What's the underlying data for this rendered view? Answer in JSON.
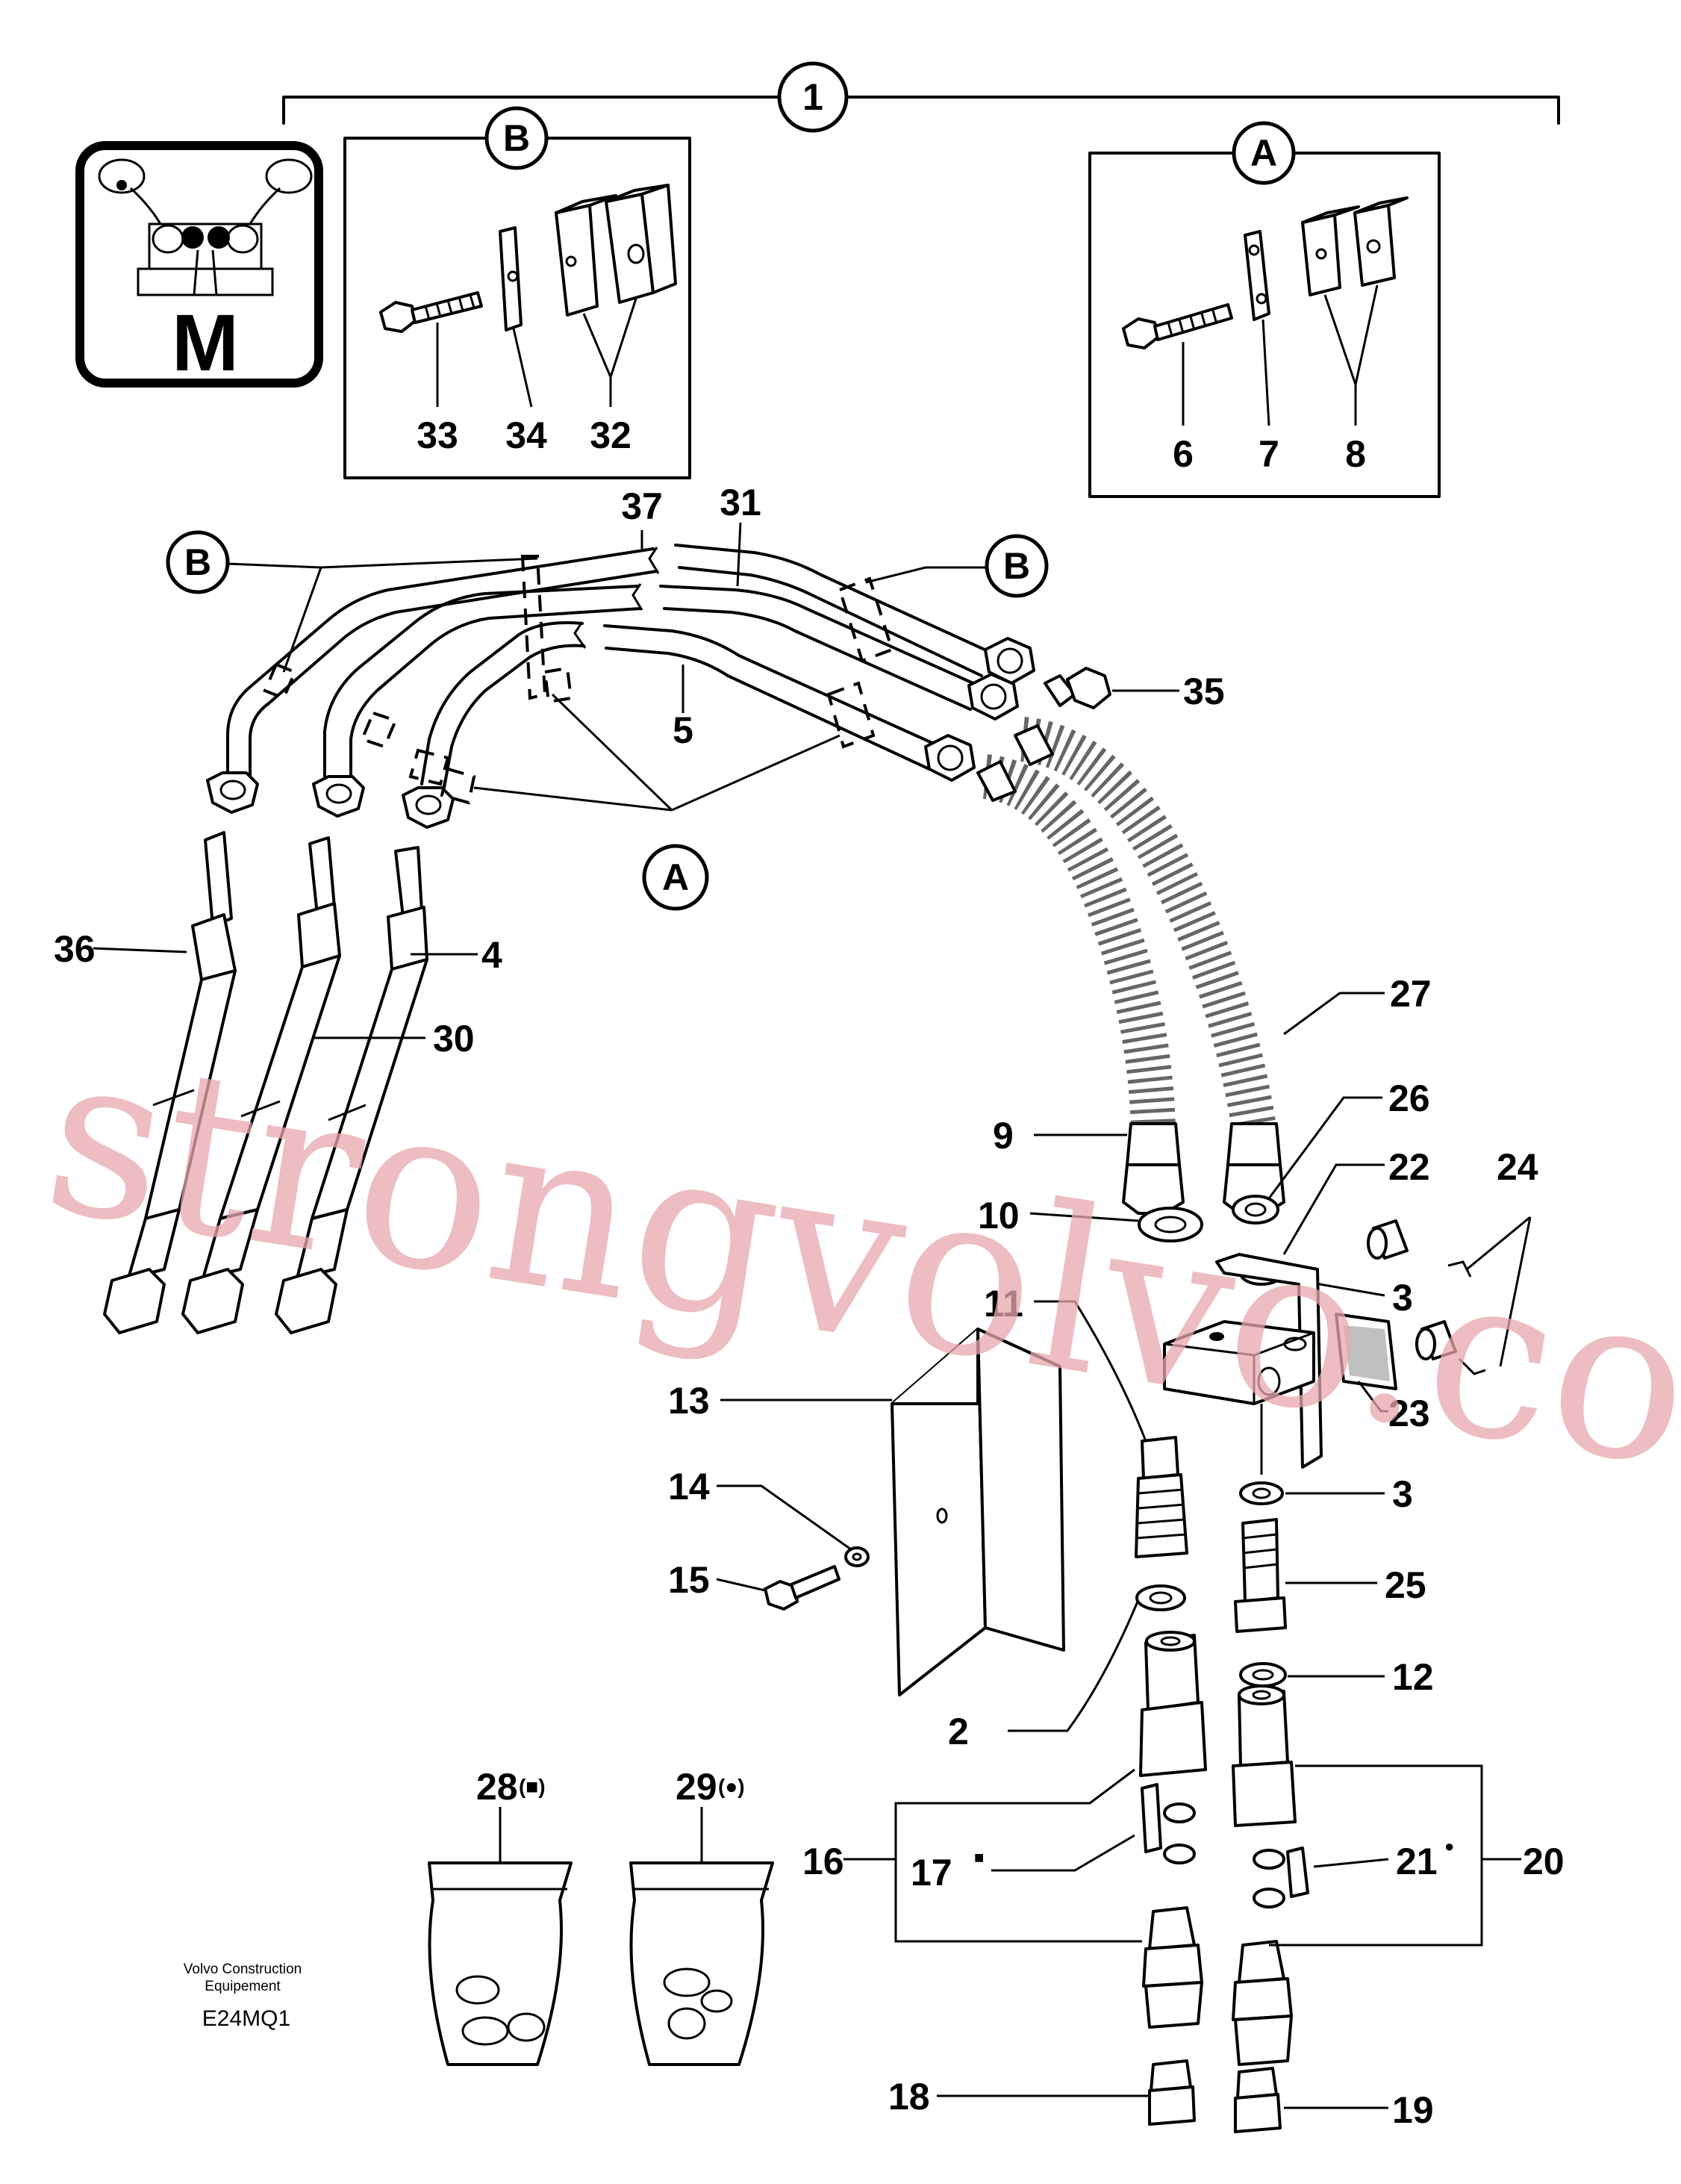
{
  "callouts": {
    "kit": "1",
    "group_a": "A",
    "group_b": "B",
    "ref_a": "A",
    "ref_b_left": "B",
    "ref_b_right": "B"
  },
  "icon_letter": "M",
  "part_numbers": {
    "p2": "2",
    "p3a": "3",
    "p3b": "3",
    "p4": "4",
    "p5": "5",
    "p6": "6",
    "p7": "7",
    "p8": "8",
    "p9": "9",
    "p10": "10",
    "p11": "11",
    "p12": "12",
    "p13": "13",
    "p14": "14",
    "p15": "15",
    "p16": "16",
    "p17": "17",
    "p18": "18",
    "p19": "19",
    "p20": "20",
    "p21": "21",
    "p22": "22",
    "p23": "23",
    "p24": "24",
    "p25": "25",
    "p26": "26",
    "p27": "27",
    "p28": "28",
    "p29": "29",
    "p30": "30",
    "p31": "31",
    "p32": "32",
    "p33": "33",
    "p34": "34",
    "p35": "35",
    "p36": "36",
    "p37": "37"
  },
  "footnote_marks": {
    "m17": "■",
    "m21": "●",
    "m28": "(■)",
    "m29": "(●)"
  },
  "publisher": {
    "line1": "Volvo Construction",
    "line2": "Equipement"
  },
  "drawing_code": "E24MQ1",
  "watermark": "strongvolvo.com"
}
